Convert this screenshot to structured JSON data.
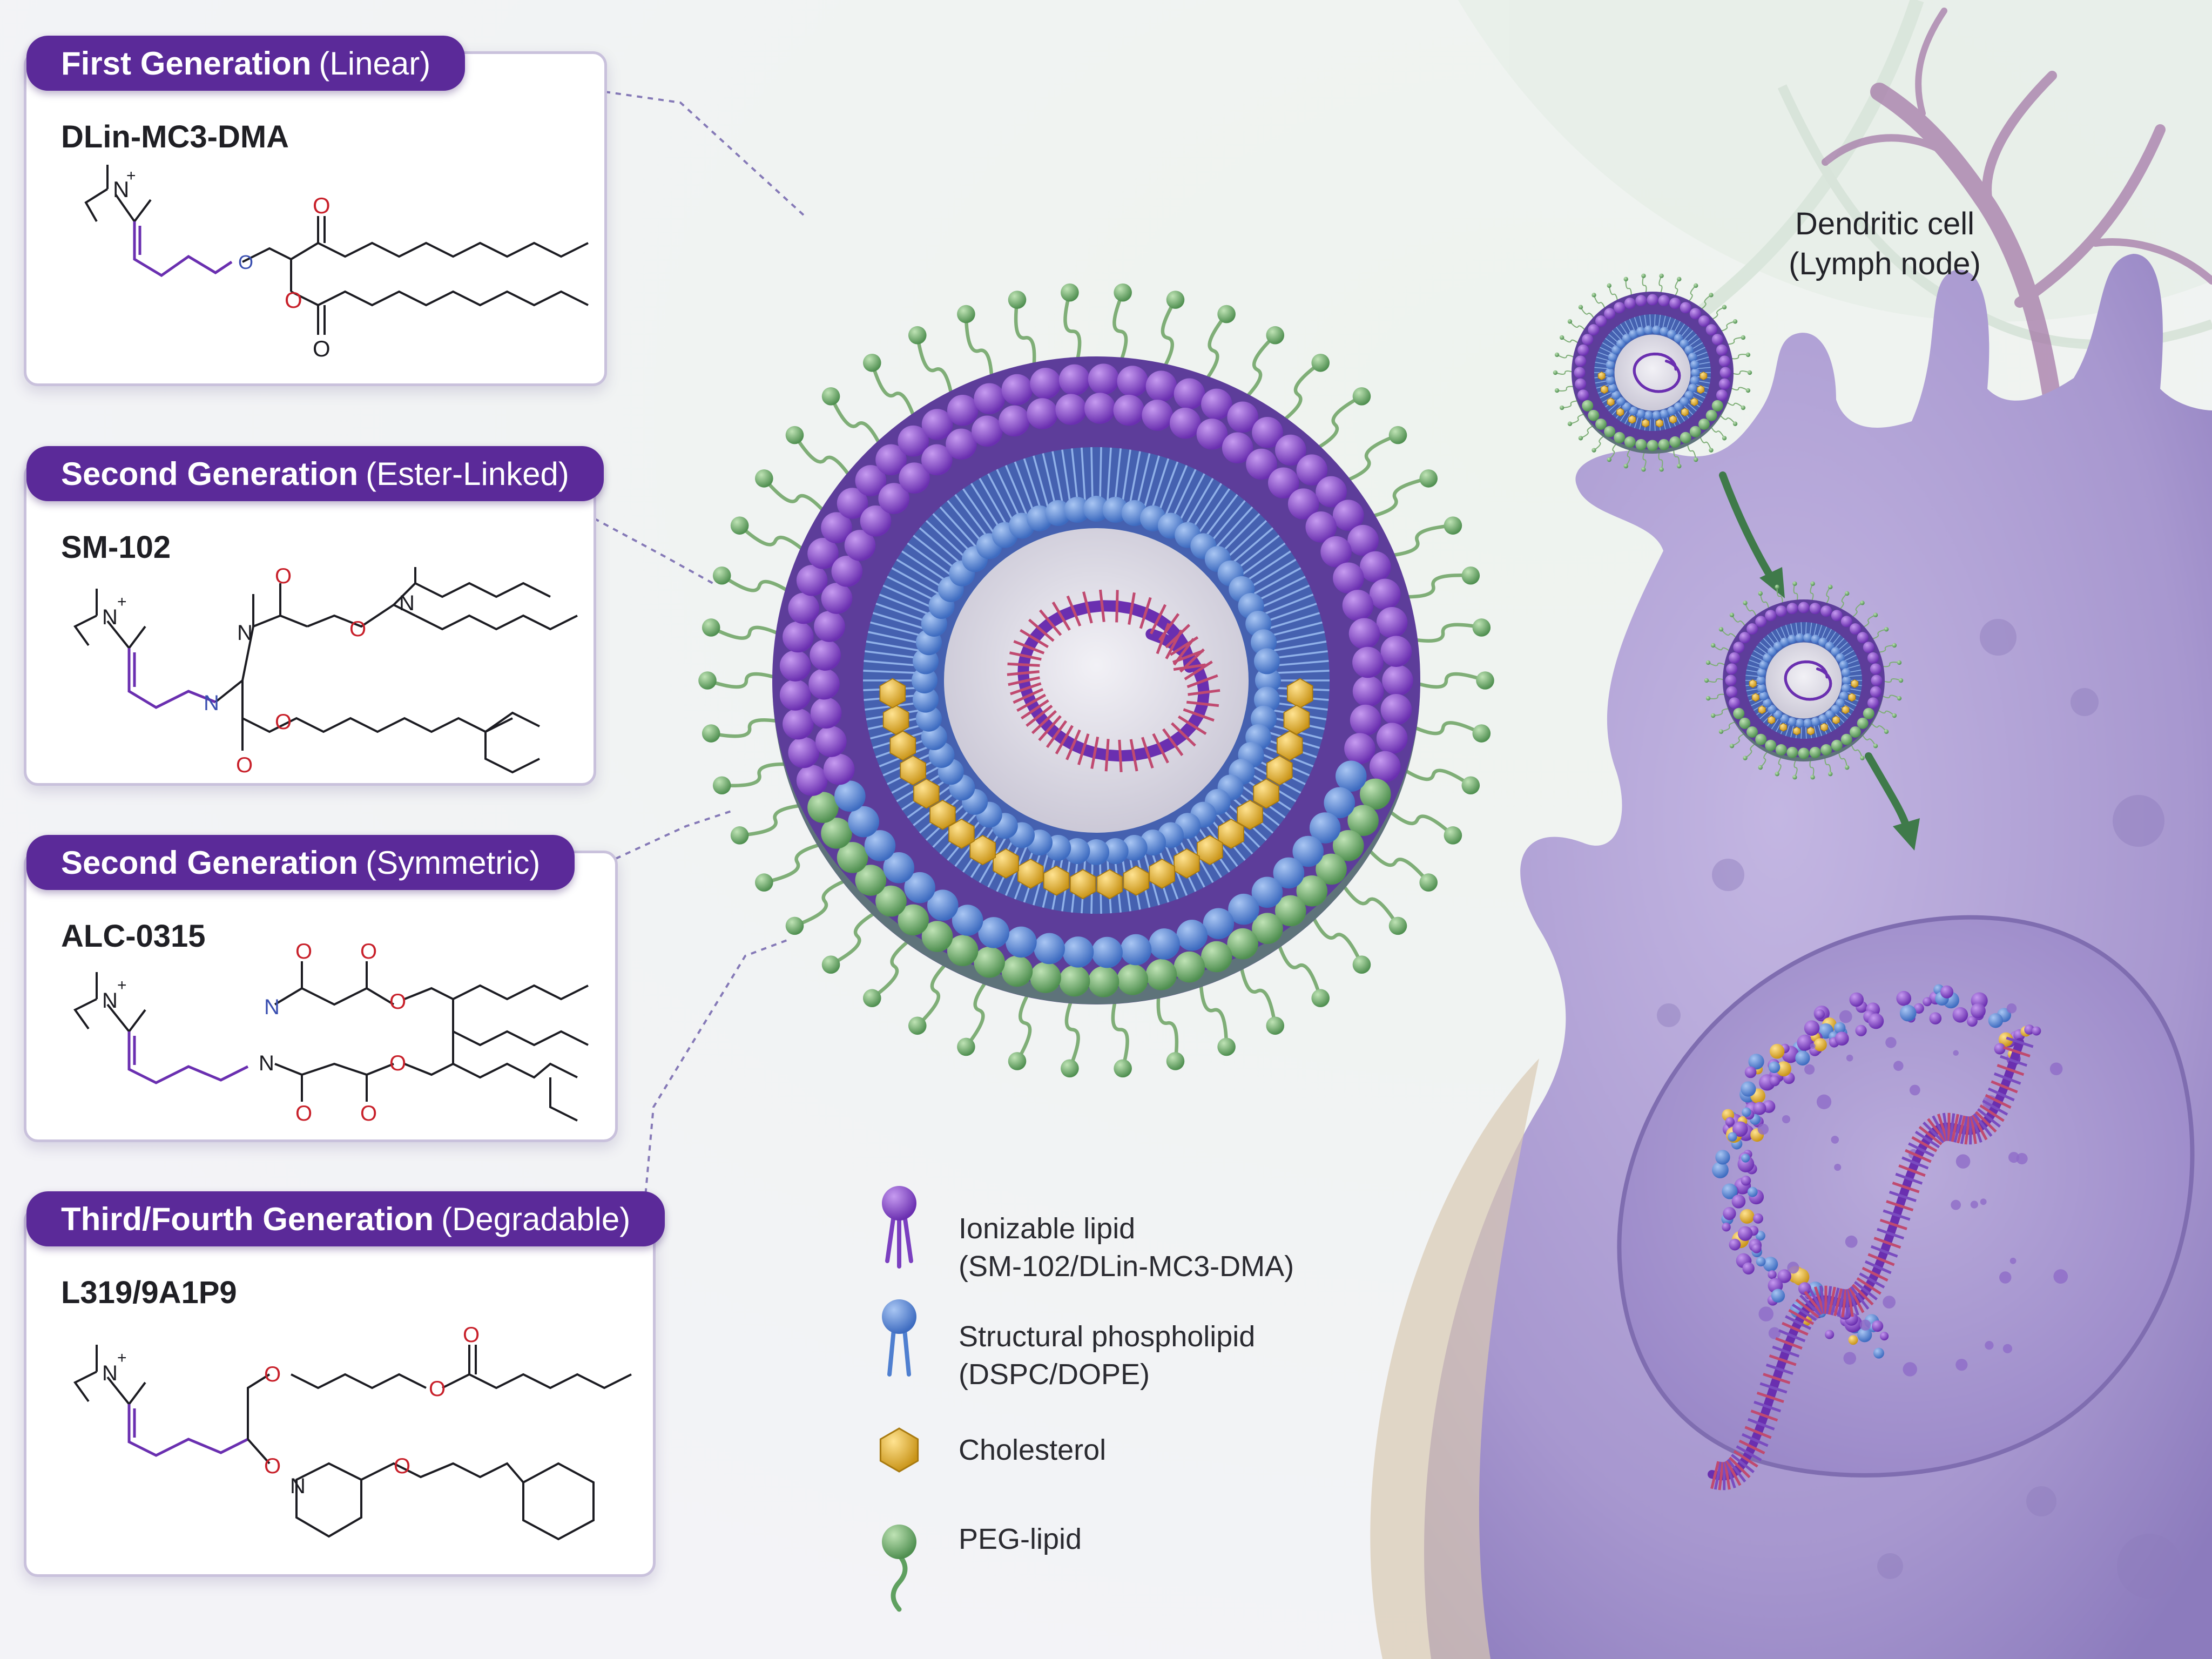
{
  "generations": [
    {
      "title": "First Generation",
      "subtitle": "(Linear)",
      "compound": "DLin-MC3-DMA"
    },
    {
      "title": "Second Generation",
      "subtitle": "(Ester-Linked)",
      "compound": "SM-102"
    },
    {
      "title": "Second Generation",
      "subtitle": "(Symmetric)",
      "compound": "ALC-0315"
    },
    {
      "title": "Third/Fourth Generation",
      "subtitle": "(Degradable)",
      "compound": "L319/9A1P9"
    }
  ],
  "structure_atoms": {
    "ammonium": "N",
    "charge": "+",
    "oxygen": "O",
    "nitrogen": "N"
  },
  "legend": [
    {
      "line1": "Ionizable lipid",
      "line2": "(SM-102/DLin-MC3-DMA)",
      "color": "#7b3fc0",
      "icon": "ionizable-lipid-icon"
    },
    {
      "line1": "Structural phospholipid",
      "line2": "(DSPC/DOPE)",
      "color": "#4f7fd0",
      "icon": "phospholipid-icon"
    },
    {
      "line1": "Cholesterol",
      "line2": "",
      "color": "#e8b73a",
      "icon": "cholesterol-icon"
    },
    {
      "line1": "PEG-lipid",
      "line2": "",
      "color": "#5fa060",
      "icon": "peg-lipid-icon"
    }
  ],
  "cell": {
    "line1": "Dendritic cell",
    "line2": "(Lymph node)"
  },
  "colors": {
    "header": "#5b2a99",
    "ionizable": "#7b3fc0",
    "phospholipid": "#4f7fd0",
    "cholesterol": "#e8b73a",
    "peg": "#5fa060",
    "mrna": "#6a2fb0",
    "mrna_base": "#c04a70",
    "cell": "#a898cf",
    "oxygen": "#c8202a",
    "nitrogen": "#3a4fb0"
  }
}
